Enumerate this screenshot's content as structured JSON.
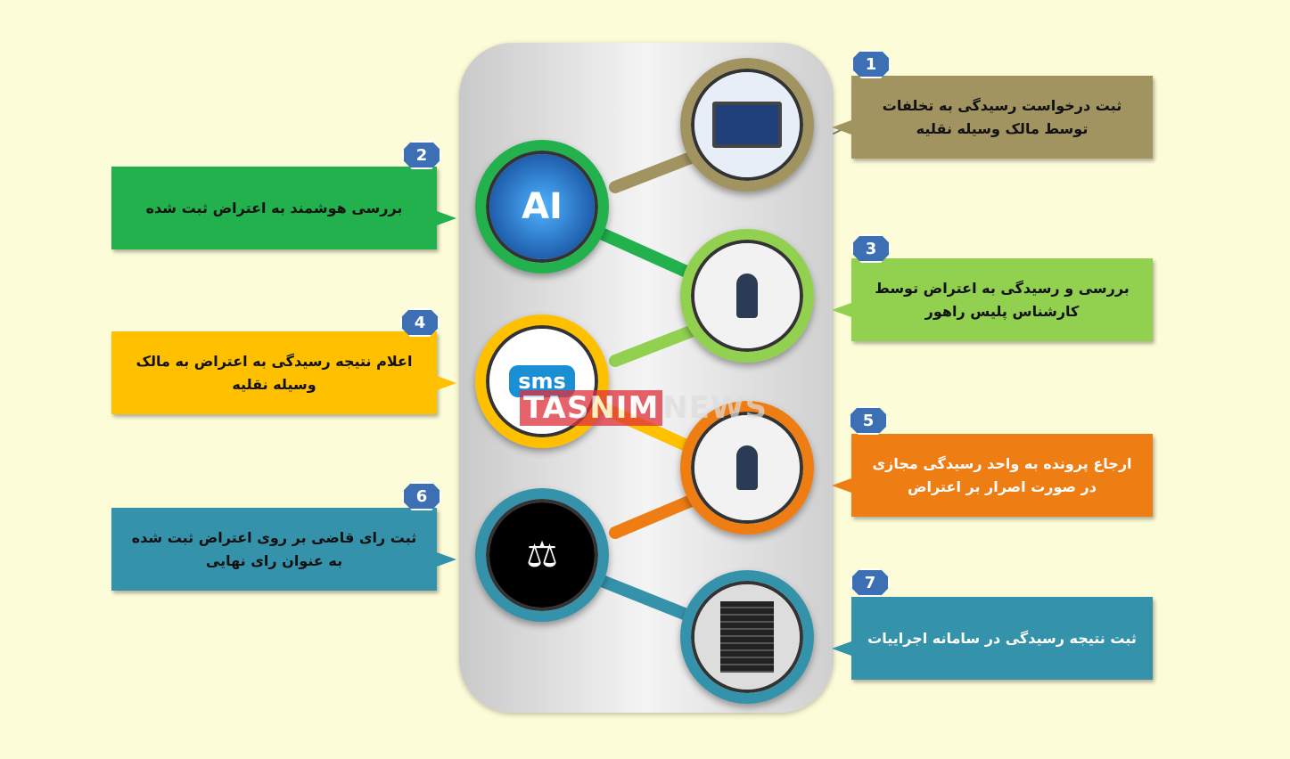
{
  "steps": [
    {
      "number": "1",
      "text": "ثبت درخواست رسیدگی به تخلفات توسط مالک وسیله نقلیه",
      "color": "#a29461",
      "icon": "laptop-icon"
    },
    {
      "number": "2",
      "text": "بررسی هوشمند به اعتراض ثبت شده",
      "color": "#22b14c",
      "icon": "ai-icon",
      "icon_text": "AI"
    },
    {
      "number": "3",
      "text": "بررسی و رسیدگی به اعتراض توسط کارشناس پلیس راهور",
      "color": "#92d050",
      "icon": "operator-icon"
    },
    {
      "number": "4",
      "text": "اعلام نتیجه رسیدگی به اعتراض  به مالک وسیله نقلیه",
      "color": "#ffc000",
      "icon": "sms-icon",
      "icon_text": "sms"
    },
    {
      "number": "5",
      "text": "ارجاع پرونده به واحد رسیدگی مجازی در صورت اصرار بر اعتراض",
      "color": "#ee7d14",
      "icon": "operator-icon"
    },
    {
      "number": "6",
      "text": "ثبت رای قاضی بر روی اعتراض ثبت شده به عنوان رای نهایی",
      "color": "#3592ab",
      "icon": "judge-icon"
    },
    {
      "number": "7",
      "text": "ثبت نتیجه رسیدگی در سامانه اجراییات",
      "color": "#3592ab",
      "icon": "server-icon"
    }
  ],
  "watermark": {
    "part1": "TASNIM",
    "part2": "NEWS"
  }
}
